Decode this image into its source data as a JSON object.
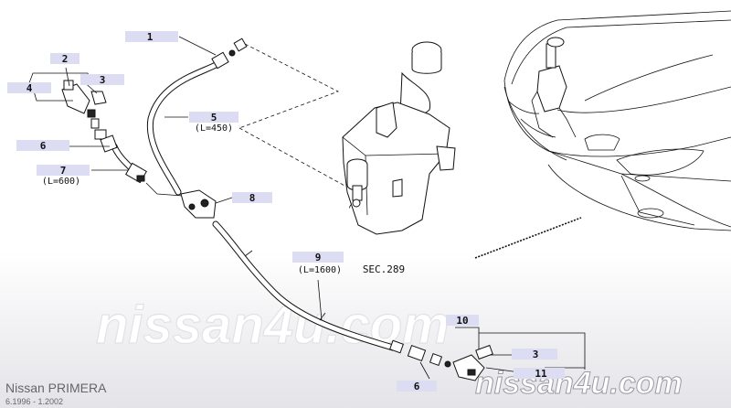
{
  "diagram": {
    "callouts": [
      {
        "id": "c1",
        "number": "1"
      },
      {
        "id": "c2",
        "number": "2"
      },
      {
        "id": "c3a",
        "number": "3"
      },
      {
        "id": "c4",
        "number": "4"
      },
      {
        "id": "c5",
        "number": "5",
        "sub": "(L=450)"
      },
      {
        "id": "c6a",
        "number": "6"
      },
      {
        "id": "c7",
        "number": "7",
        "sub": "(L=600)"
      },
      {
        "id": "c8",
        "number": "8"
      },
      {
        "id": "c9",
        "number": "9",
        "sub": "(L=1600)"
      },
      {
        "id": "c10",
        "number": "10"
      },
      {
        "id": "c3b",
        "number": "3"
      },
      {
        "id": "c11",
        "number": "11"
      },
      {
        "id": "c6b",
        "number": "6"
      }
    ],
    "section_ref": "SEC.289"
  },
  "watermark": {
    "large": "nissan4u.com",
    "small": "nissan4u.com"
  },
  "model": {
    "name": "Nissan PRIMERA",
    "years": "6.1996 - 1.2002"
  }
}
